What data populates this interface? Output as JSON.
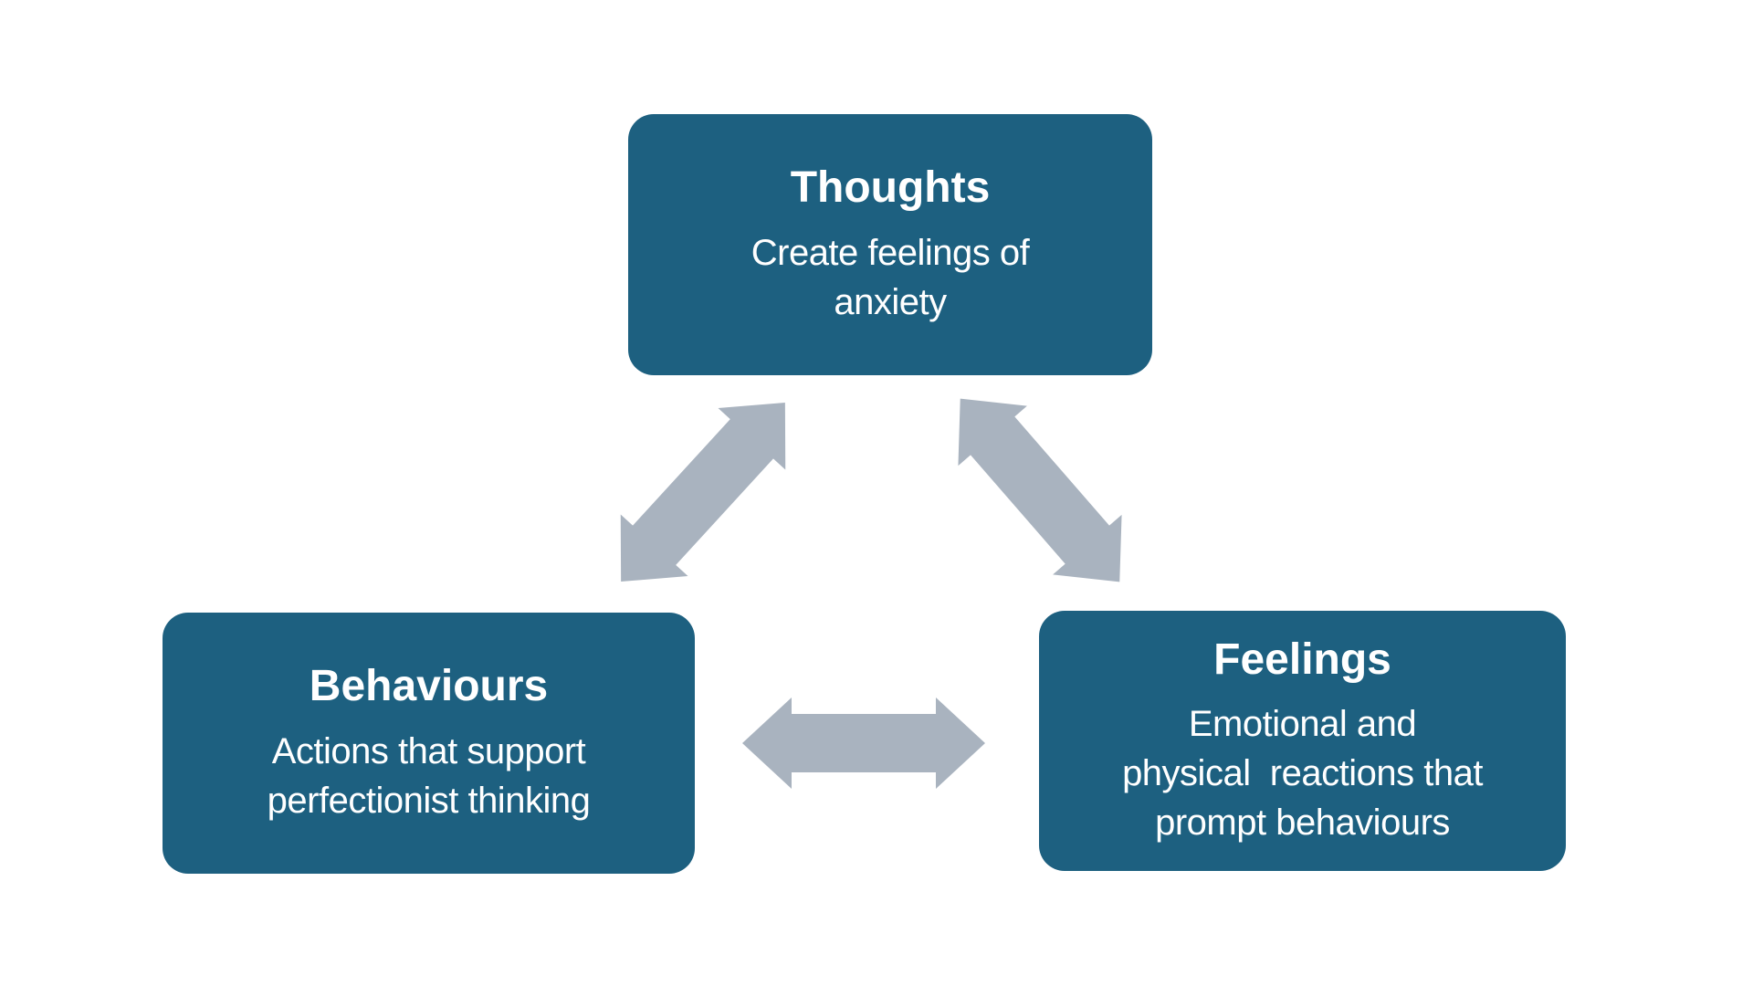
{
  "diagram": {
    "type": "cycle-diagram",
    "colors": {
      "background": "#ffffff",
      "box": "#1d6080",
      "arrow": "#a9b3bf",
      "text": "#ffffff"
    },
    "nodes": [
      {
        "id": "thoughts",
        "title": "Thoughts",
        "description": "Create feelings of\nanxiety"
      },
      {
        "id": "behaviours",
        "title": "Behaviours",
        "description": "Actions that support\nperfectionist thinking"
      },
      {
        "id": "feelings",
        "title": "Feelings",
        "description": "Emotional and\nphysical  reactions that\nprompt behaviours"
      }
    ],
    "connections": [
      {
        "from": "Thoughts",
        "to": "Behaviours",
        "style": "double-headed-arrow"
      },
      {
        "from": "Thoughts",
        "to": "Feelings",
        "style": "double-headed-arrow"
      },
      {
        "from": "Behaviours",
        "to": "Feelings",
        "style": "double-headed-arrow"
      }
    ]
  }
}
